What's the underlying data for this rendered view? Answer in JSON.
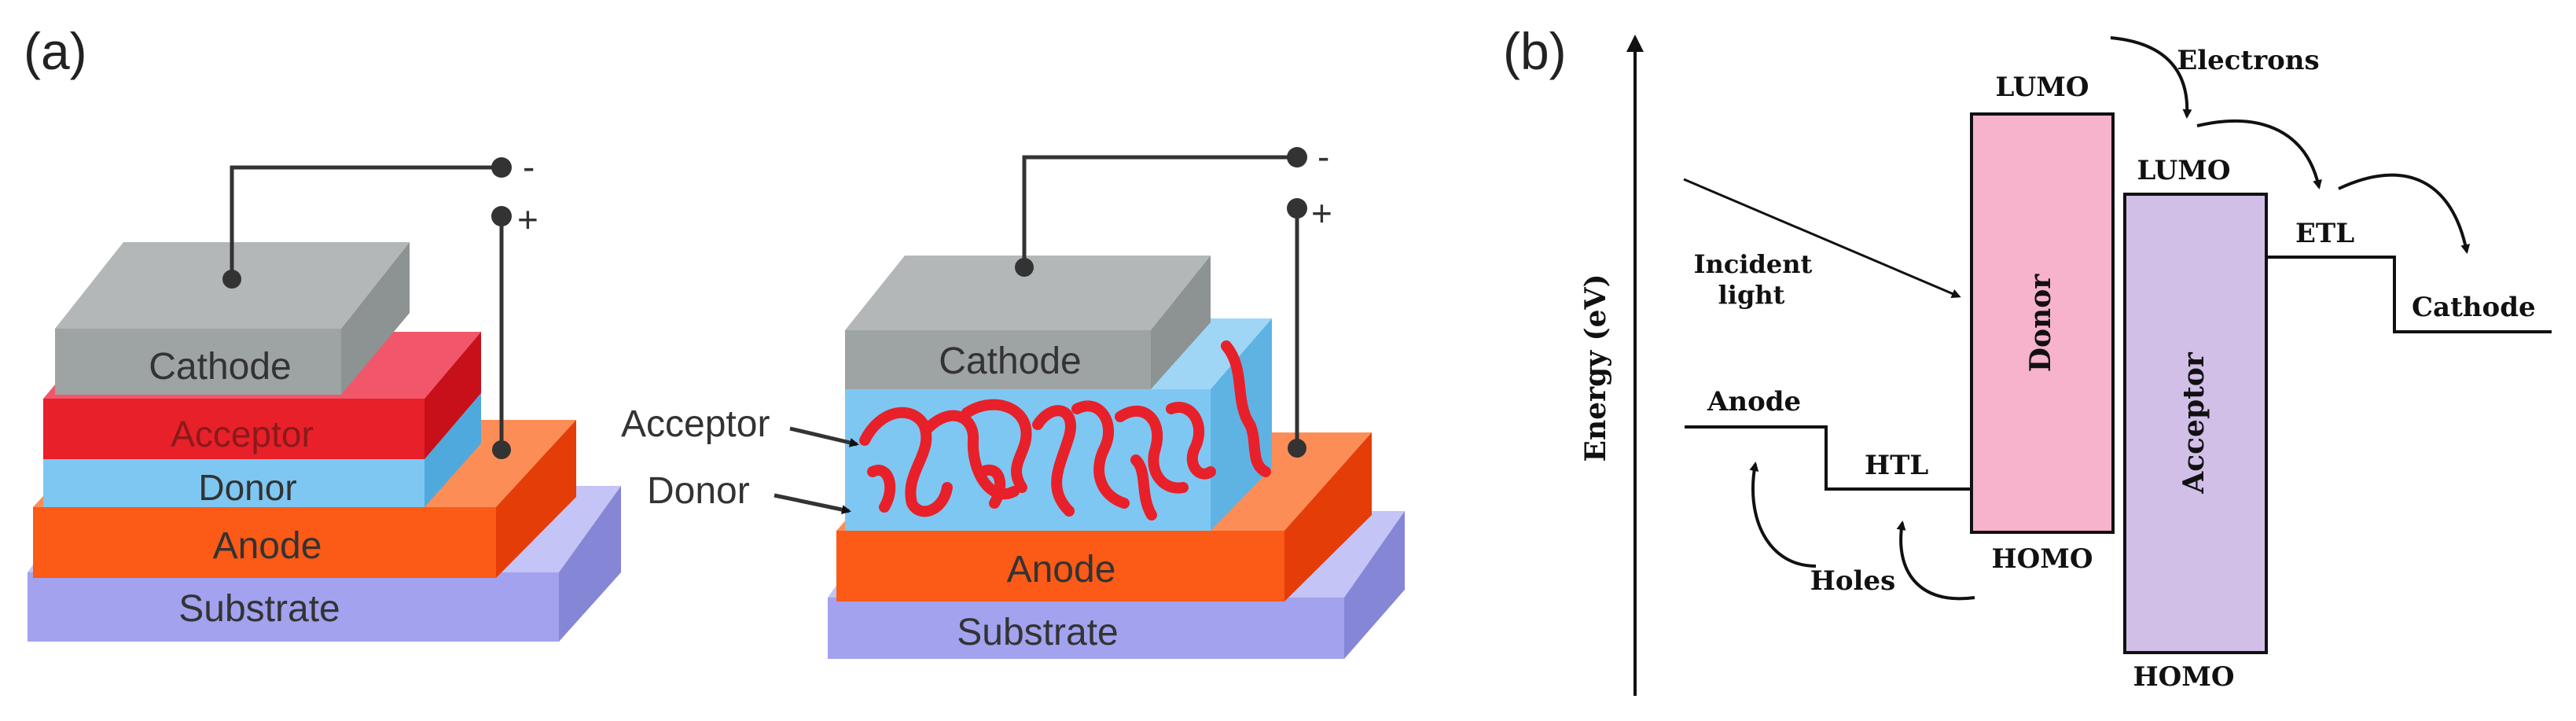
{
  "panel_a": {
    "label": "(a)",
    "bilayer": {
      "cathode": "Cathode",
      "acceptor": "Acceptor",
      "donor": "Donor",
      "anode": "Anode",
      "substrate": "Substrate",
      "minus": "-",
      "plus": "+"
    },
    "bulk": {
      "cathode": "Cathode",
      "anode": "Anode",
      "substrate": "Substrate",
      "acceptor_callout": "Acceptor",
      "donor_callout": "Donor",
      "minus": "-",
      "plus": "+"
    },
    "colors": {
      "cathode": "#9ea3a3",
      "acceptor": "#e8202a",
      "donor": "#7ec7f2",
      "anode": "#fb5a17",
      "substrate": "#a2a2ef"
    }
  },
  "panel_b": {
    "label": "(b)",
    "y_axis_label": "Energy (eV)",
    "anode": "Anode",
    "htl": "HTL",
    "donor": "Donor",
    "acceptor": "Acceptor",
    "etl": "ETL",
    "cathode": "Cathode",
    "lumo_donor": "LUMO",
    "homo_donor": "HOMO",
    "lumo_acceptor": "LUMO",
    "homo_acceptor": "HOMO",
    "electrons": "Electrons",
    "holes": "Holes",
    "incident_line1": "Incident",
    "incident_line2": "light",
    "colors": {
      "donor": "#f7b2cc",
      "acceptor": "#d2bfe8"
    }
  }
}
